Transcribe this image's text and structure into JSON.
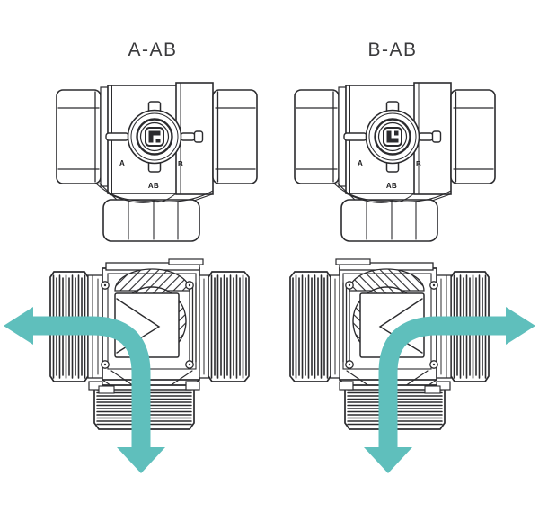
{
  "diagram": {
    "background": "#ffffff",
    "line_color": "#2b2b2e",
    "arrow_color": "#5fbfbc",
    "panels": [
      {
        "title": "A-AB",
        "port_a_label": "A",
        "port_b_label": "B",
        "port_ab_label": "AB",
        "arrow_directions": "left and down"
      },
      {
        "title": "B-AB",
        "port_a_label": "A",
        "port_b_label": "B",
        "port_ab_label": "AB",
        "arrow_directions": "right and down"
      }
    ]
  }
}
